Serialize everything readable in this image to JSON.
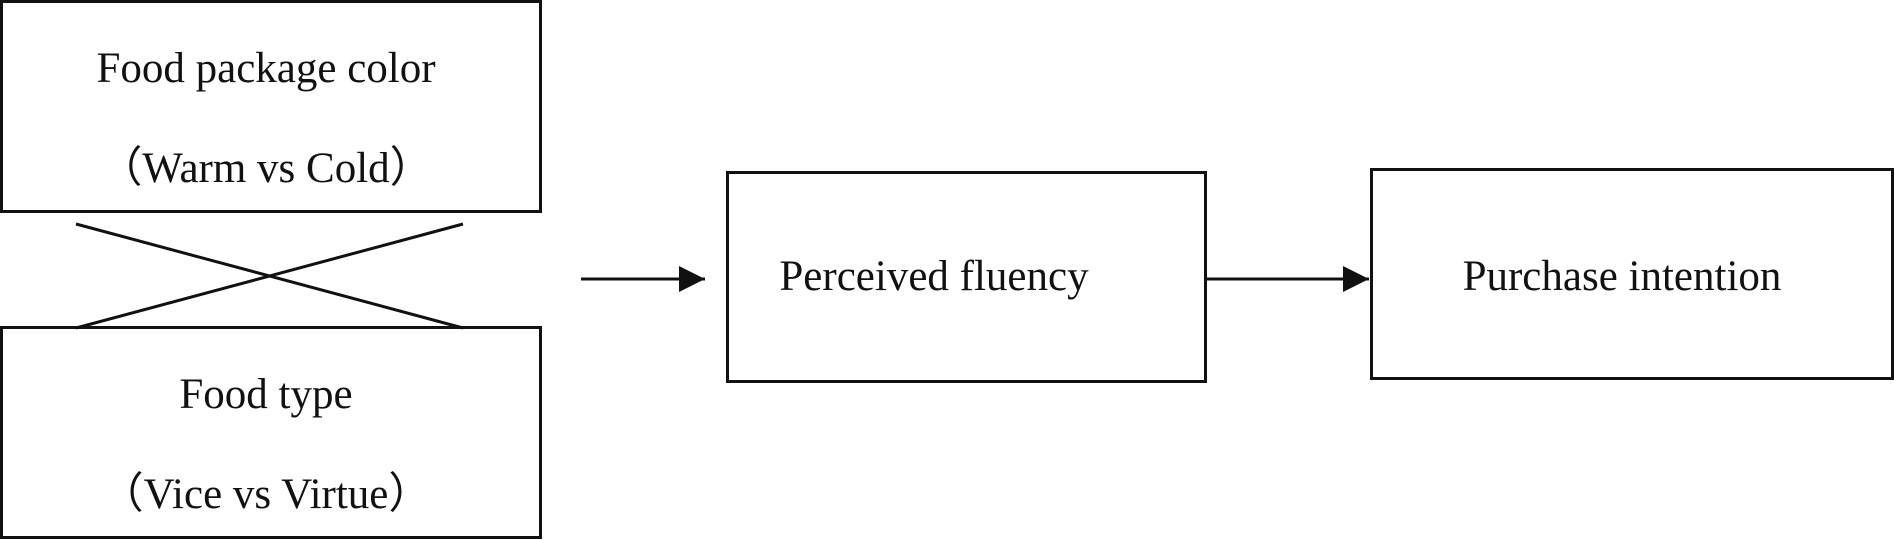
{
  "diagram": {
    "colors": {
      "line": "#111111",
      "background": "#ffffff"
    },
    "nodes": {
      "color": {
        "line1": "Food package color",
        "line2": "（Warm vs Cold）"
      },
      "type": {
        "line1": "Food type",
        "line2": "（Vice vs Virtue）"
      },
      "fluency": {
        "label": "Perceived fluency"
      },
      "intention": {
        "label": "Purchase intention"
      }
    }
  }
}
